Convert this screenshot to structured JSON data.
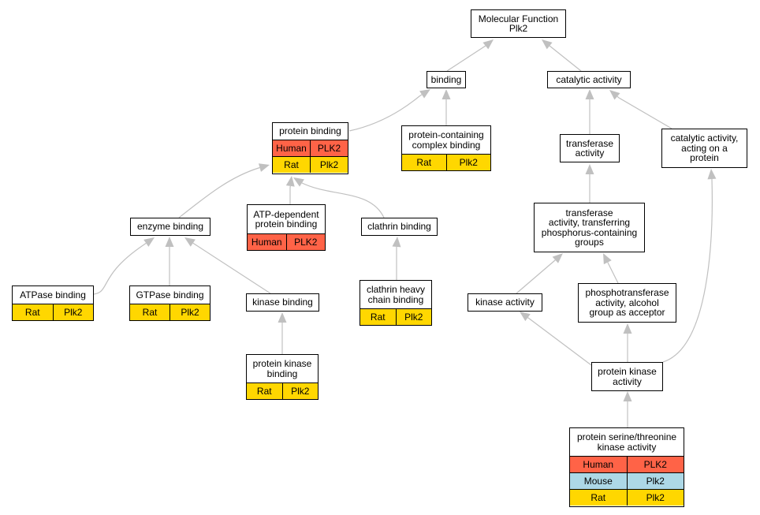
{
  "nodes": {
    "mf": {
      "title": "Molecular Function\nPlk2"
    },
    "binding": {
      "title": "binding"
    },
    "catalytic": {
      "title": "catalytic activity"
    },
    "protein_binding": {
      "title": "protein binding",
      "rows": [
        {
          "species": "Human",
          "gene": "PLK2"
        },
        {
          "species": "Rat",
          "gene": "Plk2"
        }
      ]
    },
    "complex_binding": {
      "title": "protein-containing\ncomplex binding",
      "rows": [
        {
          "species": "Rat",
          "gene": "Plk2"
        }
      ]
    },
    "transferase": {
      "title": "transferase\nactivity"
    },
    "catalytic_protein": {
      "title": "catalytic activity,\nacting on a\nprotein"
    },
    "enzyme_binding": {
      "title": "enzyme binding"
    },
    "atp_dep": {
      "title": "ATP-dependent\nprotein binding",
      "rows": [
        {
          "species": "Human",
          "gene": "PLK2"
        }
      ]
    },
    "clathrin": {
      "title": "clathrin binding"
    },
    "transferase_p": {
      "title": "transferase\nactivity, transferring\nphosphorus-containing\ngroups"
    },
    "atpase": {
      "title": "ATPase binding",
      "rows": [
        {
          "species": "Rat",
          "gene": "Plk2"
        }
      ]
    },
    "gtpase": {
      "title": "GTPase binding",
      "rows": [
        {
          "species": "Rat",
          "gene": "Plk2"
        }
      ]
    },
    "kinase_binding": {
      "title": "kinase binding"
    },
    "clathrin_heavy": {
      "title": "clathrin heavy\nchain binding",
      "rows": [
        {
          "species": "Rat",
          "gene": "Plk2"
        }
      ]
    },
    "kinase_activity": {
      "title": "kinase activity"
    },
    "phosphotransferase": {
      "title": "phosphotransferase\nactivity, alcohol\ngroup as acceptor"
    },
    "pk_binding": {
      "title": "protein kinase\nbinding",
      "rows": [
        {
          "species": "Rat",
          "gene": "Plk2"
        }
      ]
    },
    "pk_activity": {
      "title": "protein kinase\nactivity"
    },
    "ser_thr": {
      "title": "protein serine/threonine\nkinase activity",
      "rows": [
        {
          "species": "Human",
          "gene": "PLK2"
        },
        {
          "species": "Mouse",
          "gene": "Plk2"
        },
        {
          "species": "Rat",
          "gene": "Plk2"
        }
      ]
    }
  },
  "colors": {
    "human": "#ff6347",
    "mouse": "#add8e6",
    "rat": "#ffd700",
    "edge": "#c0c0c0"
  }
}
